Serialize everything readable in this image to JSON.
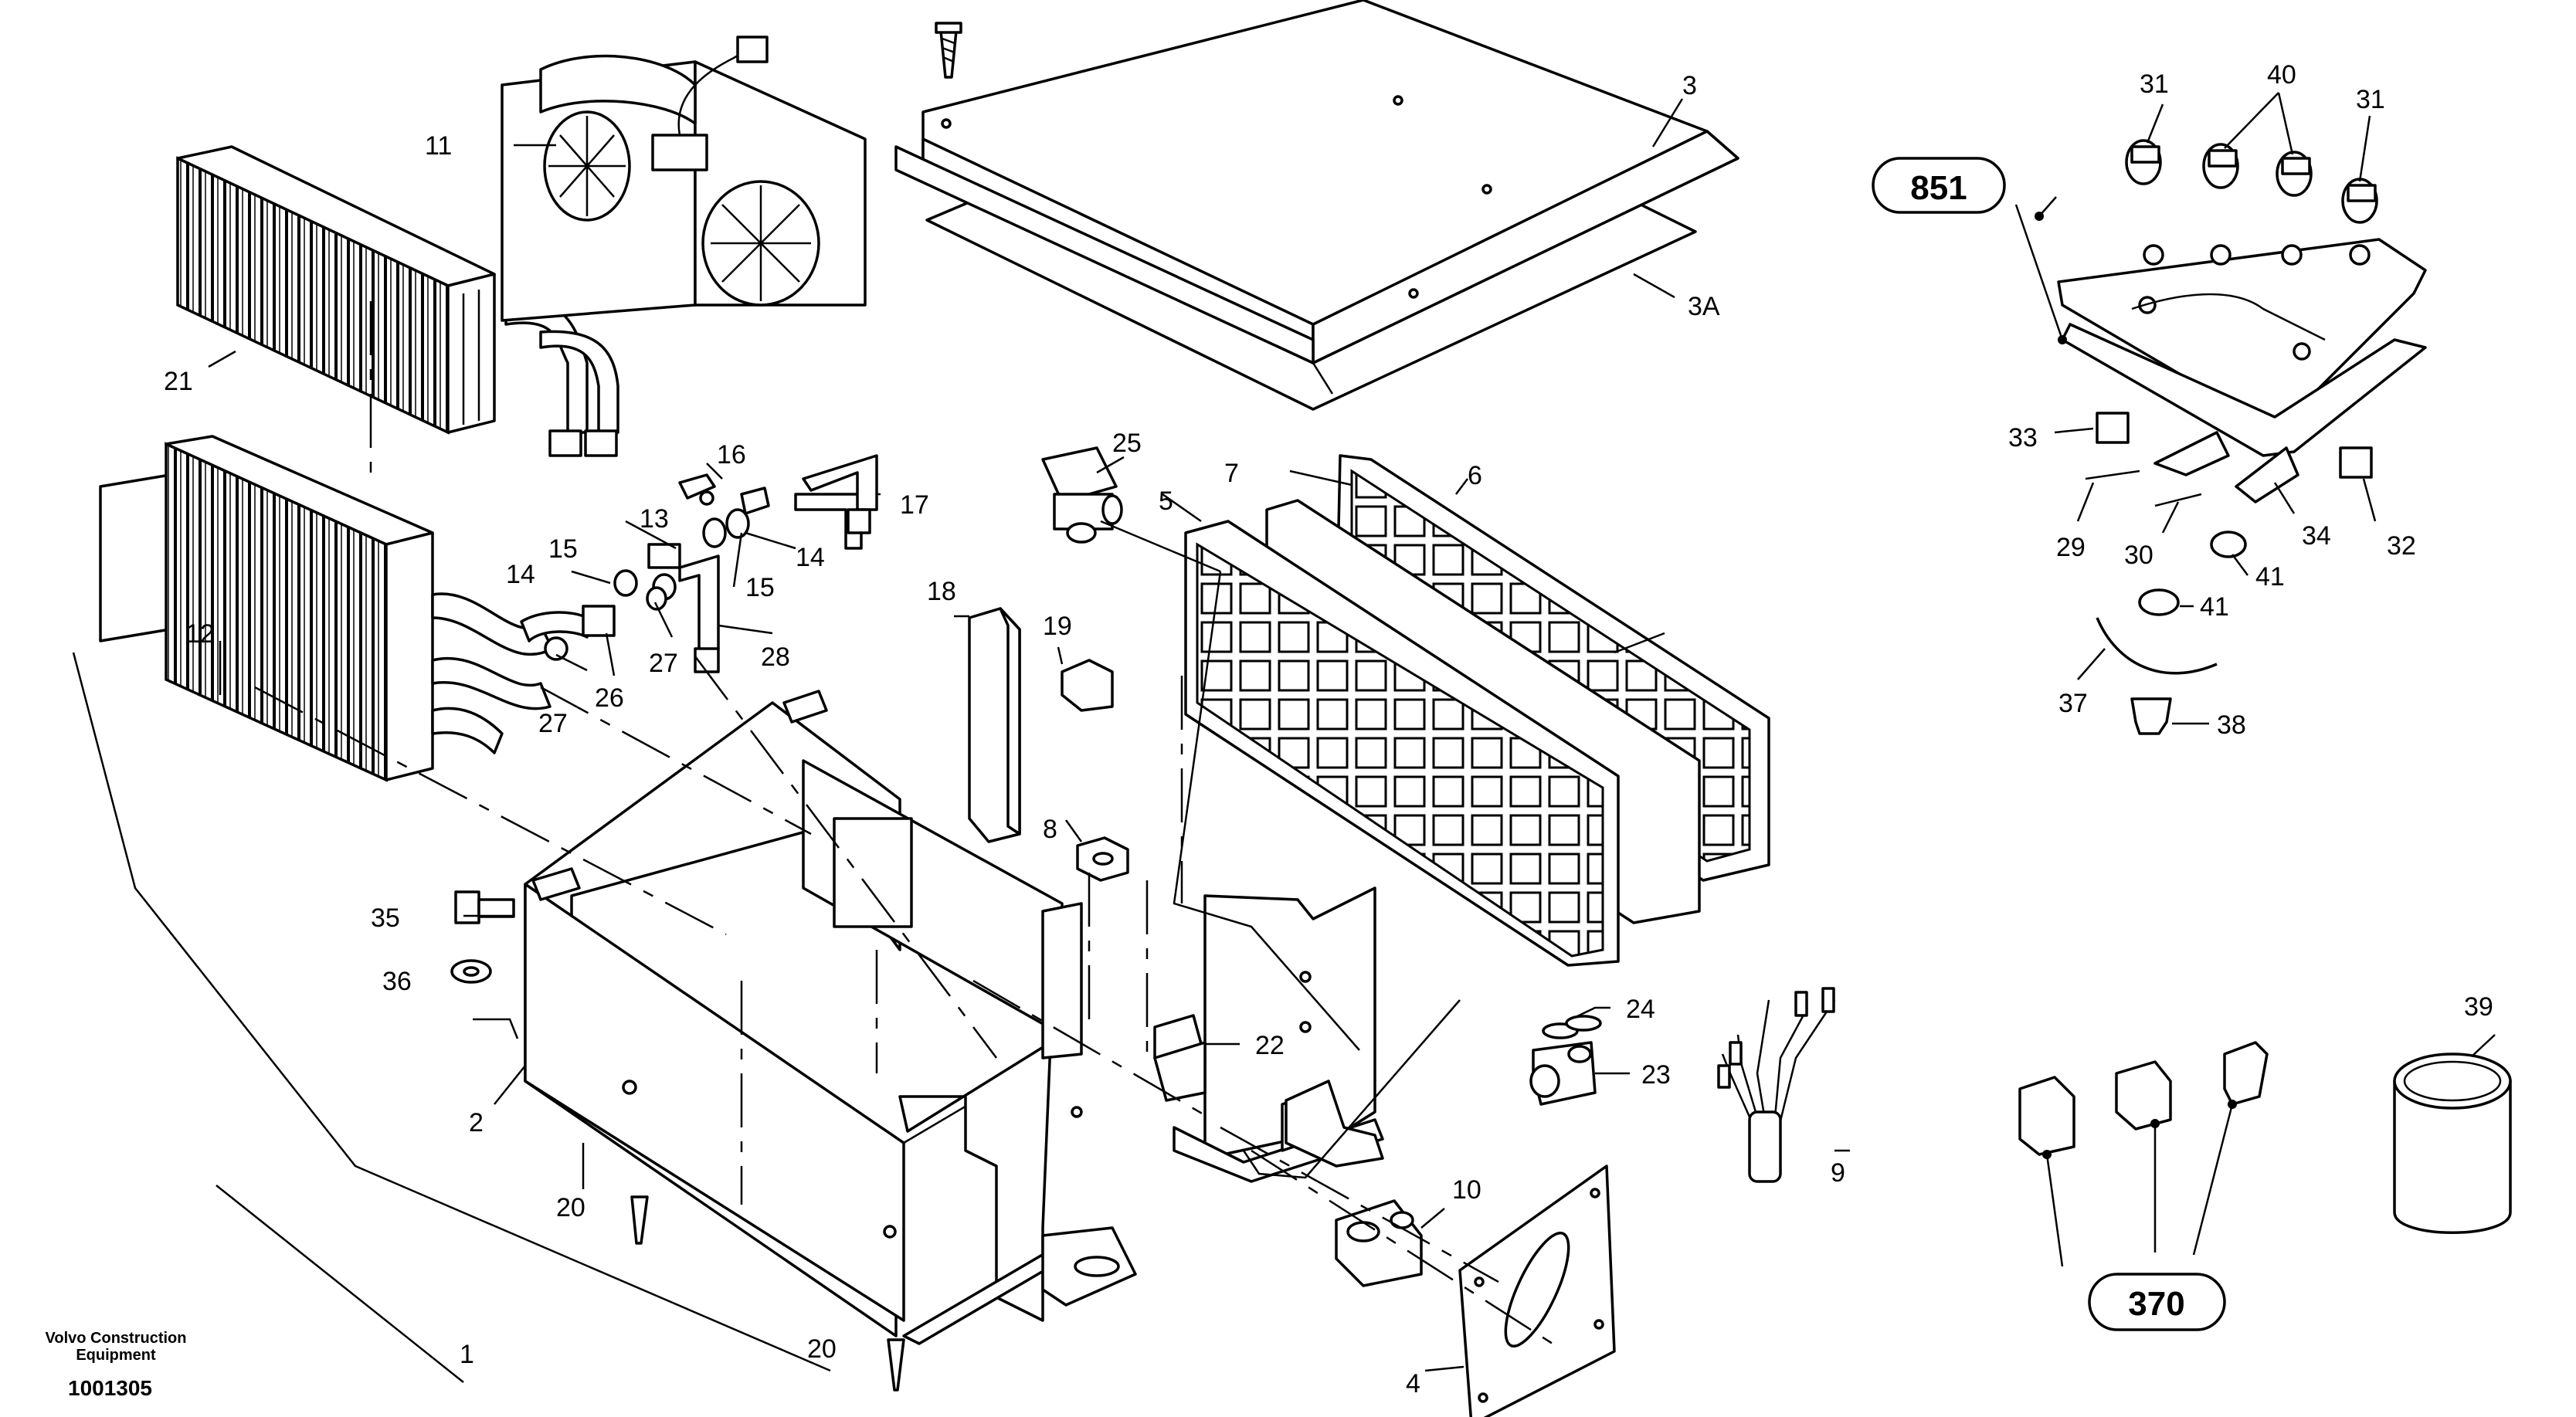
{
  "labels": {
    "l1": "1",
    "l2": "2",
    "l3": "3",
    "l3a": "3A",
    "l4": "4",
    "l5": "5",
    "l6": "6",
    "l7": "7",
    "l8": "8",
    "l9": "9",
    "l10": "10",
    "l11": "11",
    "l12": "12",
    "l13": "13",
    "l14a": "14",
    "l14b": "14",
    "l15a": "15",
    "l15b": "15",
    "l16": "16",
    "l17": "17",
    "l18": "18",
    "l19": "19",
    "l20a": "20",
    "l20b": "20",
    "l21": "21",
    "l22": "22",
    "l23": "23",
    "l24": "24",
    "l25": "25",
    "l26": "26",
    "l27a": "27",
    "l27b": "27",
    "l28": "28",
    "l29": "29",
    "l30": "30",
    "l31a": "31",
    "l31b": "31",
    "l32": "32",
    "l33": "33",
    "l34": "34",
    "l35": "35",
    "l36": "36",
    "l37": "37",
    "l38": "38",
    "l39": "39",
    "l40": "40",
    "l41": "41"
  },
  "groups": {
    "g851": "851",
    "g370": "370"
  },
  "footer": {
    "company": "Volvo Construction Equipment",
    "drawing_number": "1001305"
  }
}
